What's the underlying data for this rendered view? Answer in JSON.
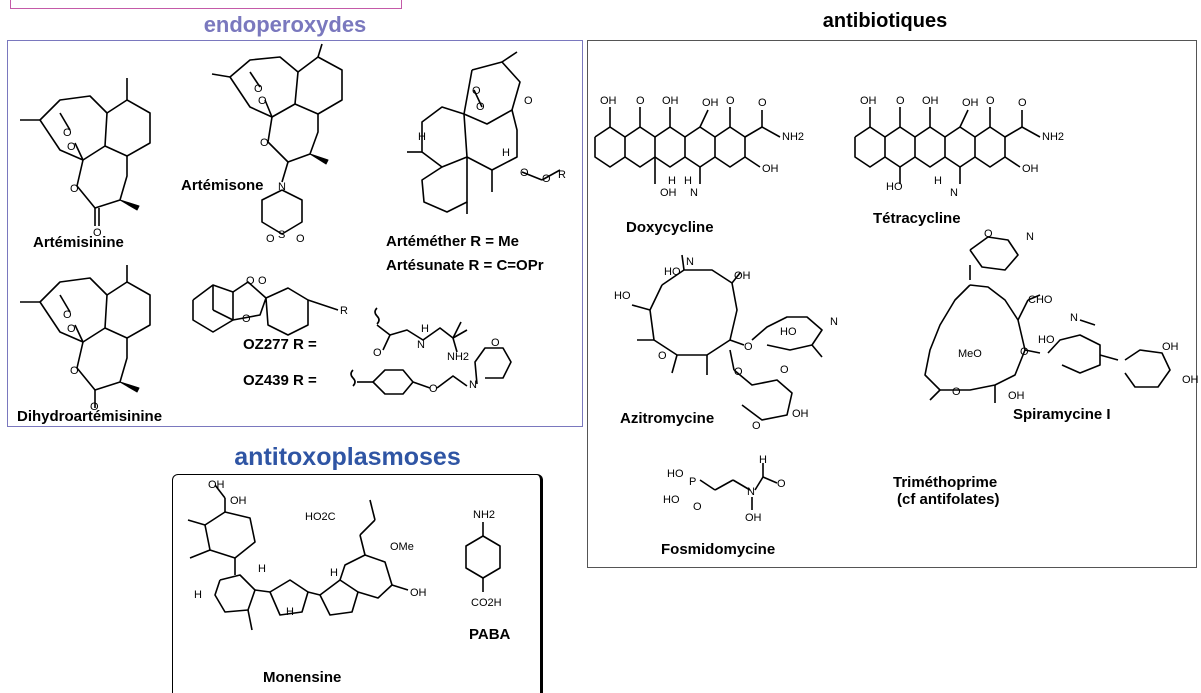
{
  "sections": {
    "endoperoxides": {
      "title": "endoperoxydes",
      "color": "#7a78be"
    },
    "antibiotics": {
      "title": "antibiotiques",
      "color": "#000000"
    },
    "antitoxoplasmoses": {
      "title": "antitoxoplasmoses",
      "color": "#2f55a4"
    }
  },
  "compounds": {
    "artemisinine": "Artémisinine",
    "artemisone": "Artémisone",
    "artemether": "Artéméther R = Me",
    "artesunate": "Artésunate R = C=OPr",
    "dihydroartemisinine": "Dihydroartémisinine",
    "oz277": "OZ277 R =",
    "oz439": "OZ439 R =",
    "doxycycline": "Doxycycline",
    "tetracycline": "Tétracycline",
    "azitromycine": "Azitromycine",
    "spiramycine": "Spiramycine I",
    "trimethoprime_1": "Triméthoprime",
    "trimethoprime_2": "(cf antifolates)",
    "fosmidomycine": "Fosmidomycine",
    "monensine": "Monensine",
    "paba": "PABA"
  },
  "atoms": {
    "o": "O",
    "oh": "OH",
    "n": "N",
    "h": "H",
    "r": "R",
    "s": "S",
    "nh2": "NH2",
    "ho": "HO",
    "meo": "MeO",
    "ome": "OMe",
    "cho": "CHO",
    "co2h": "CO2H",
    "ho2c": "HO2C",
    "p": "P"
  }
}
